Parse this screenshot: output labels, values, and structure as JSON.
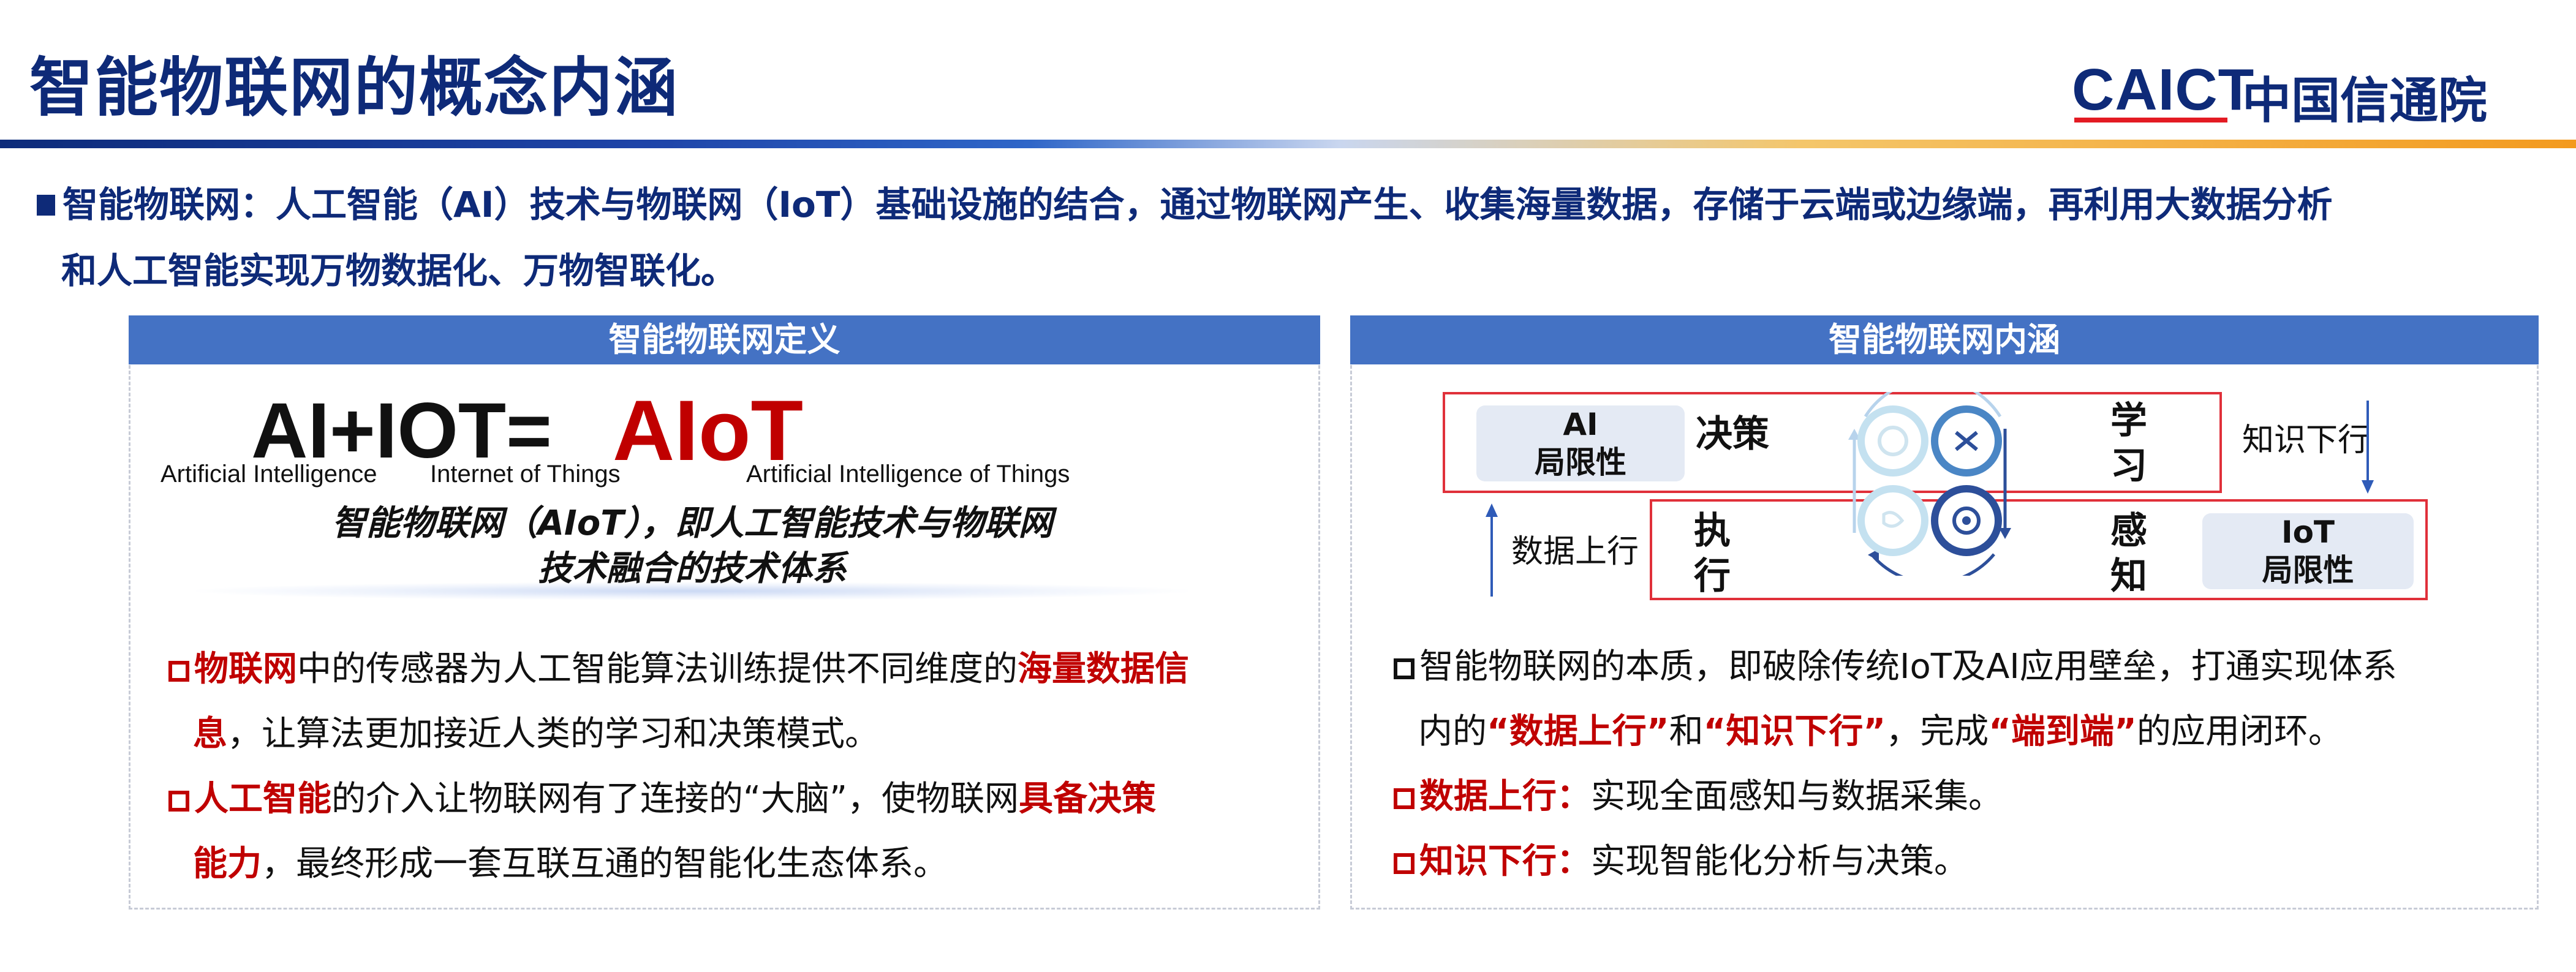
{
  "header": {
    "title": "智能物联网的概念内涵",
    "logo_text": "CAICT",
    "logo_cn": "中国信通院"
  },
  "intro": {
    "line1": "智能物联网：人工智能（AI）技术与物联网（IoT）基础设施的结合，通过物联网产生、收集海量数据，存储于云端或边缘端，再利用大数据分析",
    "line2": "和人工智能实现万物数据化、万物智联化。"
  },
  "left_panel": {
    "header": "智能物联网定义",
    "formula": "AI+IOT=",
    "formula_result": "AIoT",
    "sub_ai": "Artificial Intelligence",
    "sub_iot": "Internet of Things",
    "sub_aiot": "Artificial Intelligence of Things",
    "definition_line1": "智能物联网（AIoT），即人工智能技术与物联网",
    "definition_line2": "技术融合的技术体系",
    "bullet1": {
      "r1": "物联网",
      "t1": "中的传感器为人工智能算法训练提供不同维度的",
      "r2": "海量数据信",
      "r3": "息",
      "t2": "，让算法更加接近人类的学习和决策模式。"
    },
    "bullet2": {
      "r1": "人工智能",
      "t1": "的介入让物联网有了连接的“大脑”，使物联网",
      "r2": "具备决策",
      "r3": "能力",
      "t2": "，最终形成一套互联互通的智能化生态体系。"
    }
  },
  "right_panel": {
    "header": "智能物联网内涵",
    "diagram": {
      "ai_limit_1": "AI",
      "ai_limit_2": "局限性",
      "decision": "决策",
      "learn_1": "学",
      "learn_2": "习",
      "knowledge_down": "知识下行",
      "data_up": "数据上行",
      "execute_1": "执",
      "execute_2": "行",
      "perceive_1": "感",
      "perceive_2": "知",
      "iot_limit_1": "IoT",
      "iot_limit_2": "局限性"
    },
    "bullet1": {
      "t1": "智能物联网的本质，即破除传统IoT及AI应用壁垒，打通实现体系",
      "t2": "内的",
      "r1": "“数据上行”",
      "t3": "和",
      "r2": "“知识下行”",
      "t4": "，完成",
      "r3": "“端到端”",
      "t5": "的应用闭环。"
    },
    "bullet2": {
      "r1": "数据上行：",
      "t1": "实现全面感知与数据采集。"
    },
    "bullet3": {
      "r1": "知识下行：",
      "t1": "实现智能化分析与决策。"
    }
  },
  "colors": {
    "title_navy": "#0e2a78",
    "panel_header_blue": "#4472c4",
    "emphasis_red": "#c00000",
    "logo_red": "#e31b23"
  }
}
